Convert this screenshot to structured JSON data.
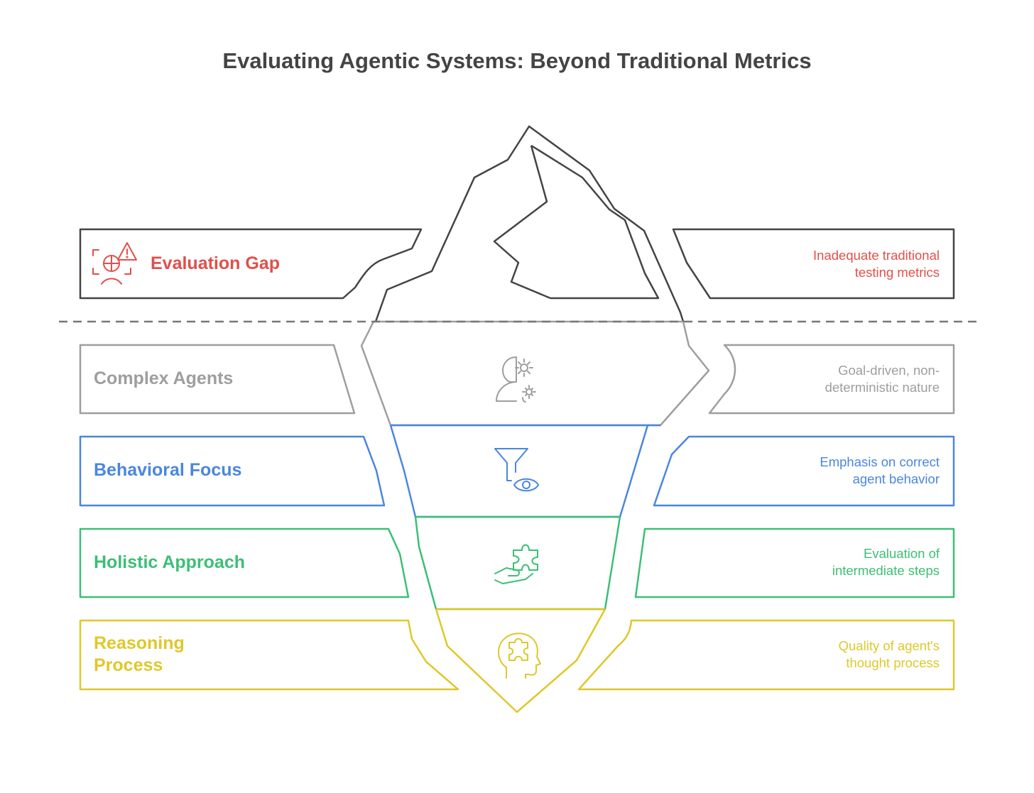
{
  "title": "Evaluating Agentic Systems: Beyond Traditional Metrics",
  "layers": [
    {
      "label": "Evaluation Gap",
      "description": "Inadequate traditional testing metrics",
      "color": "#e0504b",
      "icon": "face-scan-warning-icon"
    },
    {
      "label": "Complex Agents",
      "description": "Goal-driven, non-deterministic nature",
      "color": "#9e9e9e",
      "icon": "head-gears-icon"
    },
    {
      "label": "Behavioral Focus",
      "description": "Emphasis on correct agent behavior",
      "color": "#4a86e0",
      "icon": "funnel-eye-icon"
    },
    {
      "label": "Holistic Approach",
      "description": "Evaluation of intermediate steps",
      "color": "#3cbf76",
      "icon": "hand-puzzle-icon"
    },
    {
      "label": "Reasoning Process",
      "description": "Quality of agent's thought process",
      "color": "#dfc82a",
      "icon": "head-puzzle-icon"
    }
  ],
  "colors": {
    "title": "#444444",
    "peak_outline": "#444444",
    "waterline": "#777777"
  }
}
